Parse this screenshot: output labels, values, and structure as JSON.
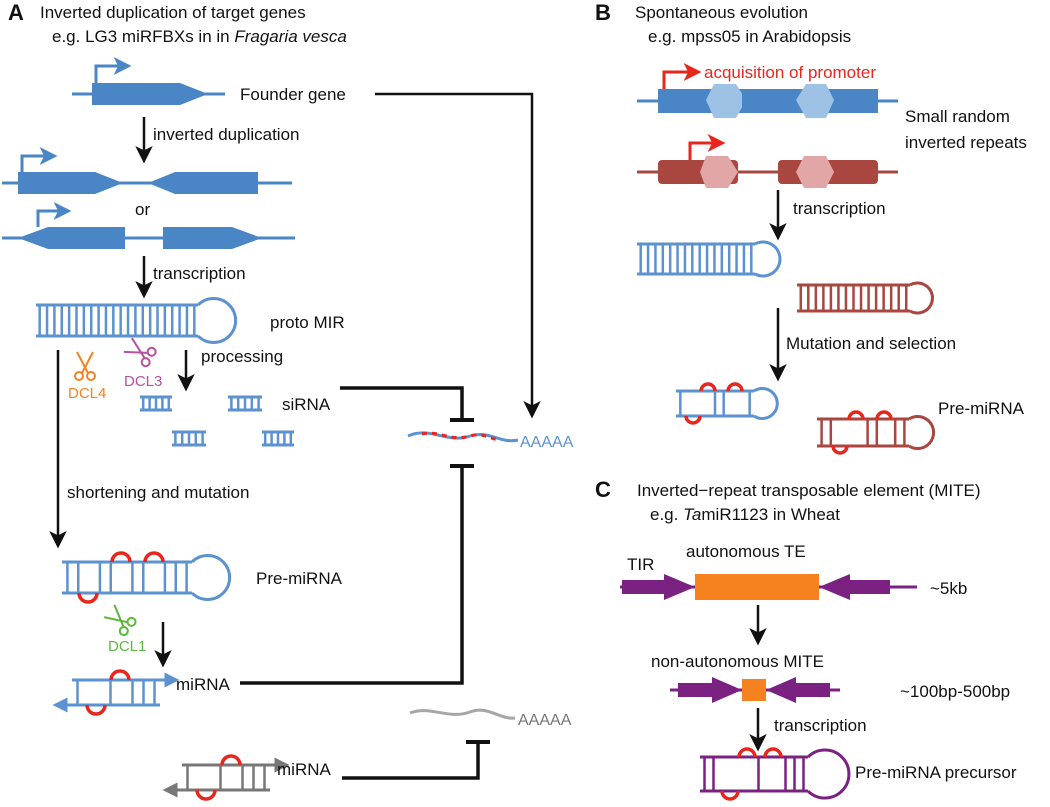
{
  "panels": {
    "a": {
      "letter": "A",
      "title": "Inverted duplication of target genes",
      "example_prefix": "e.g. LG3 miRFBXs in in ",
      "example_species": "Fragaria vesca",
      "founder_gene": "Founder gene",
      "inverted_duplication": "inverted duplication",
      "or": "or",
      "transcription": "transcription",
      "proto_mir": "proto MIR",
      "processing": "processing",
      "dcl4": "DCL4",
      "dcl3": "DCL3",
      "sirna": "siRNA",
      "shortening": "shortening and mutation",
      "pre_mirna": "Pre-miRNA",
      "dcl1": "DCL1",
      "mirna_blue": "miRNA",
      "mirna_gray": "miRNA",
      "polya_blue": "AAAAA",
      "polya_gray": "AAAAA"
    },
    "b": {
      "letter": "B",
      "title": "Spontaneous evolution",
      "example": "e.g. mpss05 in Arabidopsis",
      "acquisition": "acquisition of promoter",
      "small_random_1": "Small random",
      "small_random_2": "inverted repeats",
      "transcription": "transcription",
      "mutation": "Mutation and selection",
      "pre_mirna": "Pre-miRNA"
    },
    "c": {
      "letter": "C",
      "title": "Inverted−repeat transposable element (MITE)",
      "example_prefix": "e.g. ",
      "example_italic": "Ta",
      "example_suffix": "miR1123 in Wheat",
      "tir": "TIR",
      "autonomous": "autonomous TE",
      "size_5kb": "~5kb",
      "non_autonomous": "non-autonomous MITE",
      "size_mite": "~100bp-500bp",
      "transcription": "transcription",
      "precursor": "Pre-miRNA precursor"
    }
  },
  "colors": {
    "gene_blue": "#4a86c6",
    "rna_blue": "#5b92cf",
    "pale_blue": "#9ec1e6",
    "brown": "#a8463f",
    "pink": "#e3a6a6",
    "red": "#e8261d",
    "orange": "#f5821f",
    "purple": "#7a2182",
    "magenta": "#b5519f",
    "green": "#5cb73a",
    "gray": "#777777",
    "light_gray": "#a6a6a6"
  }
}
